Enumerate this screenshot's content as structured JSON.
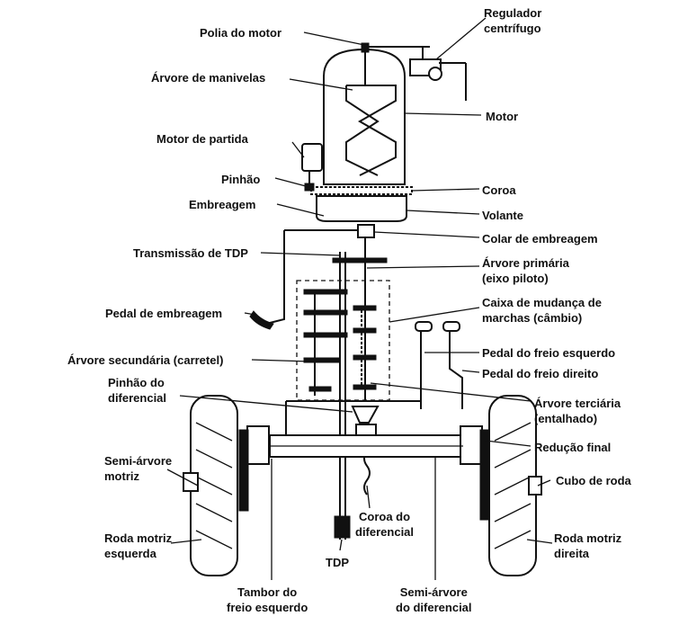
{
  "labels": {
    "regulador": [
      "Regulador",
      "centrífugo"
    ],
    "polia": "Polia do motor",
    "arvore_manivelas": "Árvore de manivelas",
    "motor": "Motor",
    "motor_partida": "Motor de partida",
    "pinhao": "Pinhão",
    "coroa": "Coroa",
    "embreagem": "Embreagem",
    "volante": "Volante",
    "colar": "Colar de embreagem",
    "transmissao_tdp": "Transmissão de TDP",
    "arvore_primaria": [
      "Árvore primária",
      "(eixo piloto)"
    ],
    "pedal_embreagem": "Pedal de embreagem",
    "caixa_mudanca": [
      "Caixa de mudança de",
      "marchas (câmbio)"
    ],
    "arvore_secundaria": "Árvore secundária (carretel)",
    "pedal_freio_esq": "Pedal do freio esquerdo",
    "pedal_freio_dir": "Pedal do freio direito",
    "pinhao_diferencial": [
      "Pinhão do",
      "diferencial"
    ],
    "arvore_terciaria": [
      "Árvore terciária",
      "(entalhado)"
    ],
    "reducao_final": "Redução final",
    "semi_arvore_motriz": [
      "Semi-árvore",
      "motriz"
    ],
    "cubo_roda": "Cubo de roda",
    "coroa_diferencial": [
      "Coroa do",
      "diferencial"
    ],
    "roda_motriz_esq": [
      "Roda motriz",
      "esquerda"
    ],
    "roda_motriz_dir": [
      "Roda motriz",
      "direita"
    ],
    "tdp": "TDP",
    "tambor_freio": [
      "Tambor do",
      "freio esquerdo"
    ],
    "semi_arvore_diferencial": [
      "Semi-árvore",
      "do diferencial"
    ]
  }
}
